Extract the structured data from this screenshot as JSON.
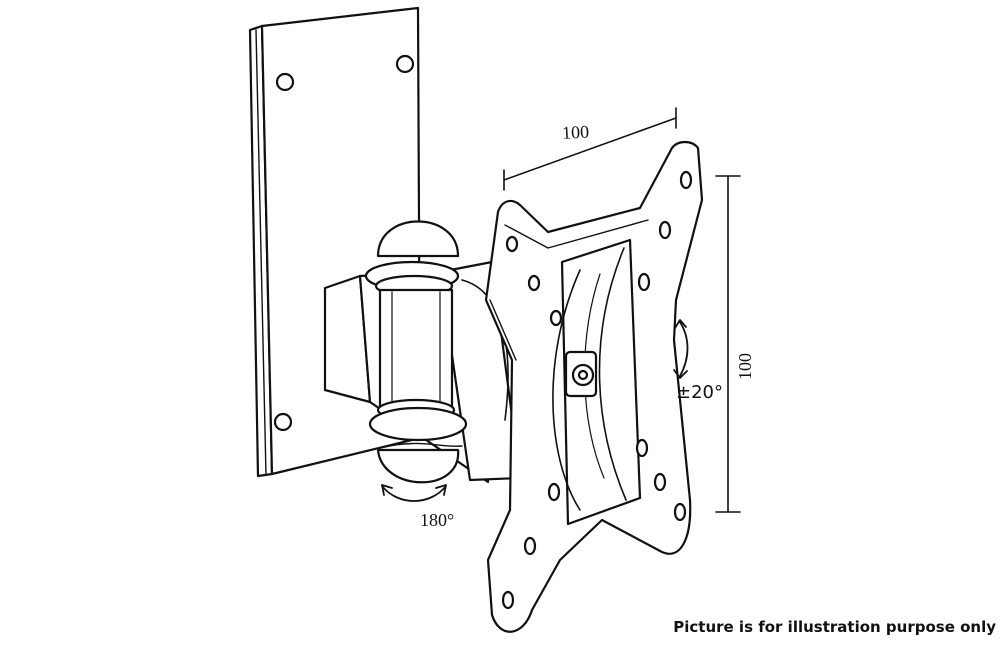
{
  "labels": {
    "width_dimension": "100",
    "height_dimension": "100",
    "tilt_angle": "±20°",
    "swivel_angle": "180°"
  },
  "caption": "Picture is for illustration purpose only",
  "colors": {
    "line": "#111111",
    "background": "#ffffff"
  }
}
